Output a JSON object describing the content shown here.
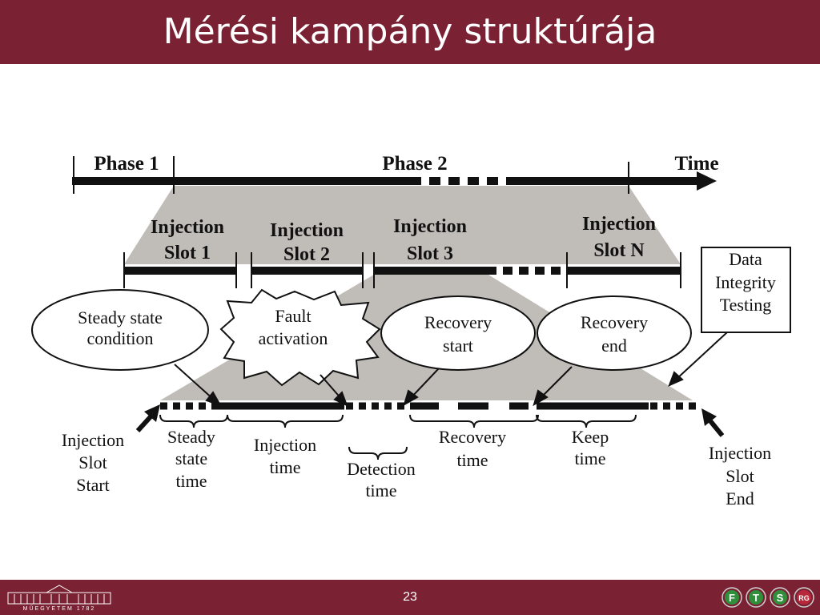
{
  "slide": {
    "title": "Mérési kampány struktúrája",
    "page_number": "23"
  },
  "footer": {
    "logo_caption": "MŰEGYETEM 1782",
    "group_logo_letters": [
      "F",
      "T",
      "S",
      "RG"
    ]
  },
  "colors": {
    "header_bg": "#7a2233",
    "fill_gray": "#c0bcb8",
    "line": "#111111"
  },
  "diagram": {
    "phase_1": "Phase 1",
    "phase_2": "Phase 2",
    "time": "Time",
    "slots": [
      [
        "Injection",
        "Slot 1"
      ],
      [
        "Injection",
        "Slot 2"
      ],
      [
        "Injection",
        "Slot 3"
      ],
      [
        "Injection",
        "Slot N"
      ]
    ],
    "data_integrity": [
      "Data",
      "Integrity",
      "Testing"
    ],
    "steady_state_condition": [
      "Steady state",
      "condition"
    ],
    "fault_activation": [
      "Fault",
      "activation"
    ],
    "recovery_start": [
      "Recovery",
      "start"
    ],
    "recovery_end": [
      "Recovery",
      "end"
    ],
    "injection_slot_start": [
      "Injection",
      "Slot",
      "Start"
    ],
    "steady_state_time": [
      "Steady",
      "state",
      "time"
    ],
    "injection_time": [
      "Injection",
      "time"
    ],
    "detection_time": [
      "Detection",
      "time"
    ],
    "recovery_time": [
      "Recovery",
      "time"
    ],
    "keep_time": [
      "Keep",
      "time"
    ],
    "injection_slot_end": [
      "Injection",
      "Slot",
      "End"
    ]
  }
}
